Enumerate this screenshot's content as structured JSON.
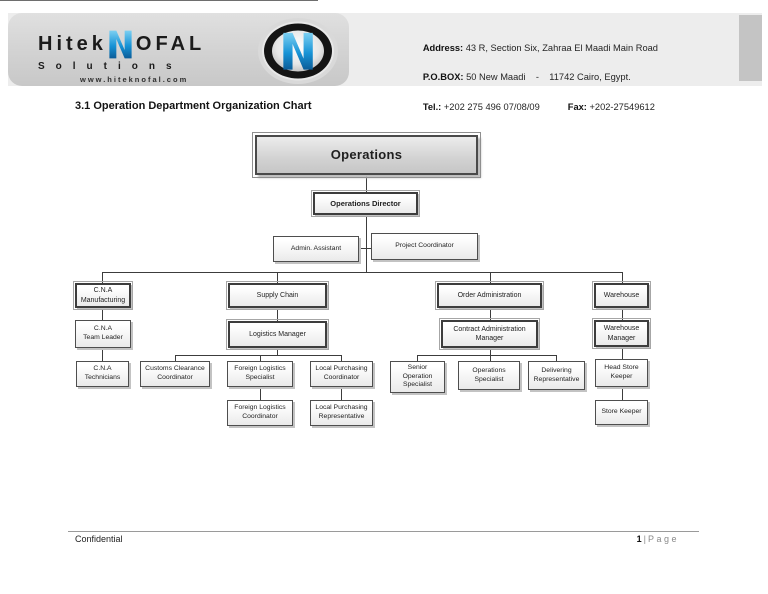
{
  "header": {
    "logo": {
      "brand_prefix": "Hitek",
      "brand_suffix": "OFAL",
      "n_icon": "stylized-blue-n",
      "subtitle": "Solutions",
      "website": "www.hiteknofal.com",
      "accent_blue": "#1793d6"
    },
    "contact": {
      "address_label": "Address:",
      "address_value": " 43 R, Section Six, Zahraa El Maadi Main Road",
      "pobox_label": "P.O.BOX:",
      "pobox_value": " 50 New Maadi    -    11742 Cairo, Egypt.",
      "tel_label": "Tel.:",
      "tel_value": " +202 275 496 07/08/09",
      "fax_label": "Fax:",
      "fax_value": " +202-27549612"
    }
  },
  "section_title": "3.1 Operation Department Organization Chart",
  "org_chart": {
    "nodes": [
      {
        "id": "operations",
        "style": "root",
        "parent": null,
        "label": [
          "Operations"
        ]
      },
      {
        "id": "operations-director",
        "style": "major",
        "bold": true,
        "parent": "operations",
        "label": [
          "Operations Director"
        ]
      },
      {
        "id": "admin-assistant",
        "style": "minor",
        "parent": "operations-director",
        "label": [
          "Admin. Assistant"
        ]
      },
      {
        "id": "project-coordinator",
        "style": "minor",
        "parent": "operations-director",
        "label": [
          "Project Coordinator"
        ]
      },
      {
        "id": "cna-manufacturing",
        "style": "major",
        "parent": "operations-director",
        "label": [
          "C.N.A",
          "Manufacturing"
        ]
      },
      {
        "id": "supply-chain",
        "style": "major",
        "parent": "operations-director",
        "label": [
          "Supply Chain"
        ]
      },
      {
        "id": "order-administration",
        "style": "major",
        "parent": "operations-director",
        "label": [
          "Order Administration"
        ]
      },
      {
        "id": "warehouse",
        "style": "major",
        "parent": "operations-director",
        "label": [
          "Warehouse"
        ]
      },
      {
        "id": "cna-team-leader",
        "style": "minor",
        "parent": "cna-manufacturing",
        "label": [
          "C.N.A",
          "Team Leader"
        ]
      },
      {
        "id": "logistics-manager",
        "style": "major",
        "parent": "supply-chain",
        "label": [
          "Logistics Manager"
        ]
      },
      {
        "id": "contract-administration-manager",
        "style": "major",
        "parent": "order-administration",
        "label": [
          "Contract Administration",
          "Manager"
        ]
      },
      {
        "id": "warehouse-manager",
        "style": "major",
        "parent": "warehouse",
        "label": [
          "Warehouse",
          "Manager"
        ]
      },
      {
        "id": "cna-technicians",
        "style": "minor",
        "parent": "cna-team-leader",
        "label": [
          "C.N.A",
          "Technicians"
        ]
      },
      {
        "id": "customs-clearance-coordinator",
        "style": "minor",
        "parent": "logistics-manager",
        "label": [
          "Customs Clearance",
          "Coordinator"
        ]
      },
      {
        "id": "foreign-logistics-specialist",
        "style": "minor",
        "parent": "logistics-manager",
        "label": [
          "Foreign Logistics",
          "Specialist"
        ]
      },
      {
        "id": "local-purchasing-coordinator",
        "style": "minor",
        "parent": "logistics-manager",
        "label": [
          "Local Purchasing",
          "Coordinator"
        ]
      },
      {
        "id": "senior-operation-specialist",
        "style": "minor",
        "parent": "contract-administration-manager",
        "label": [
          "Senior",
          "Operation",
          "Specialist"
        ]
      },
      {
        "id": "operations-specialist",
        "style": "minor",
        "parent": "contract-administration-manager",
        "label": [
          "Operations",
          "Specialist"
        ]
      },
      {
        "id": "delivering-representative",
        "style": "minor",
        "parent": "contract-administration-manager",
        "label": [
          "Delivering",
          "Representative"
        ]
      },
      {
        "id": "head-store-keeper",
        "style": "minor",
        "parent": "warehouse-manager",
        "label": [
          "Head Store",
          "Keeper"
        ]
      },
      {
        "id": "foreign-logistics-coordinator",
        "style": "minor",
        "parent": "foreign-logistics-specialist",
        "label": [
          "Foreign Logistics",
          "Coordinator"
        ]
      },
      {
        "id": "local-purchasing-representative",
        "style": "minor",
        "parent": "local-purchasing-coordinator",
        "label": [
          "Local Purchasing",
          "Representative"
        ]
      },
      {
        "id": "store-keeper",
        "style": "minor",
        "parent": "head-store-keeper",
        "label": [
          "Store Keeper"
        ]
      }
    ]
  },
  "footer": {
    "confidential": "Confidential",
    "page_number": "1",
    "page_separator": "|",
    "page_word": "Page"
  }
}
